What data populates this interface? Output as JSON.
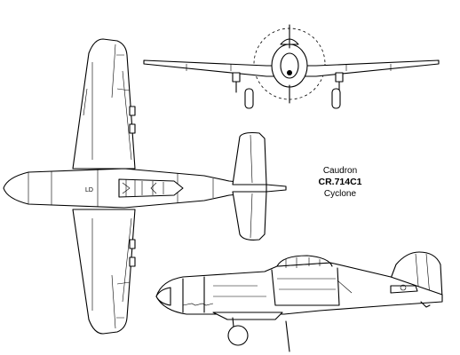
{
  "caption": {
    "maker": "Caudron",
    "model": "CR.714C1",
    "variant": "Cyclone"
  }
}
